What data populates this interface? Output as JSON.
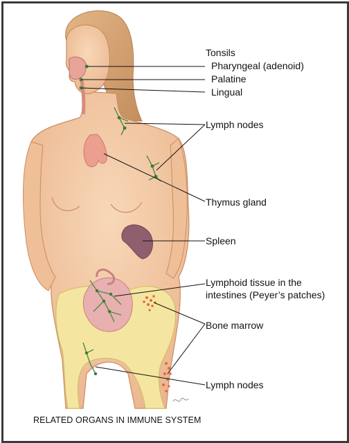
{
  "labels": {
    "tonsils": "Tonsils",
    "pharyngeal": "Pharyngeal (adenoid)",
    "palatine": "Palatine",
    "lingual": "Lingual",
    "lymph_nodes_upper": "Lymph nodes",
    "thymus": "Thymus gland",
    "spleen": "Spleen",
    "lymphoid_line1": "Lymphoid tissue in the",
    "lymphoid_line2": "intestines (Peyer’s patches)",
    "bone_marrow": "Bone marrow",
    "lymph_nodes_lower": "Lymph nodes"
  },
  "caption": "RELATED ORGANS IN IMMUNE SYSTEM",
  "colors": {
    "skin": "#f4c9a4",
    "hair": "#d9a777",
    "bone": "#f5e79a",
    "lymph": "#4f8a45",
    "thymus": "#e9a08e",
    "spleen": "#8f5f6e",
    "intestine": "#e6a6a6",
    "marrow": "#e36a3d"
  }
}
